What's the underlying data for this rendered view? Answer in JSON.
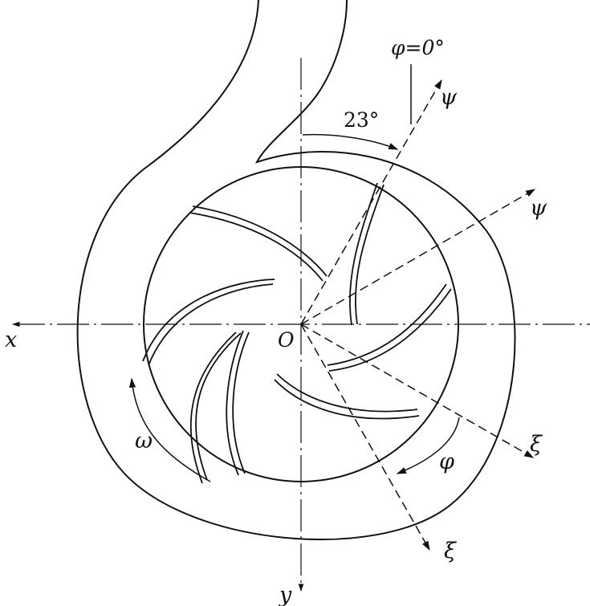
{
  "labels": {
    "phi_zero": "φ=0°",
    "angle_23": "23°",
    "psi_upper": "ψ",
    "psi_right": "ψ",
    "xi_right": "ξ",
    "xi_lower": "ξ",
    "phi": "φ",
    "omega": "ω",
    "origin": "O",
    "x_axis": "x",
    "y_axis": "y"
  },
  "angles": {
    "reference_offset_deg": 23
  },
  "colors": {
    "stroke": "#111111",
    "background": "#ffffff"
  }
}
